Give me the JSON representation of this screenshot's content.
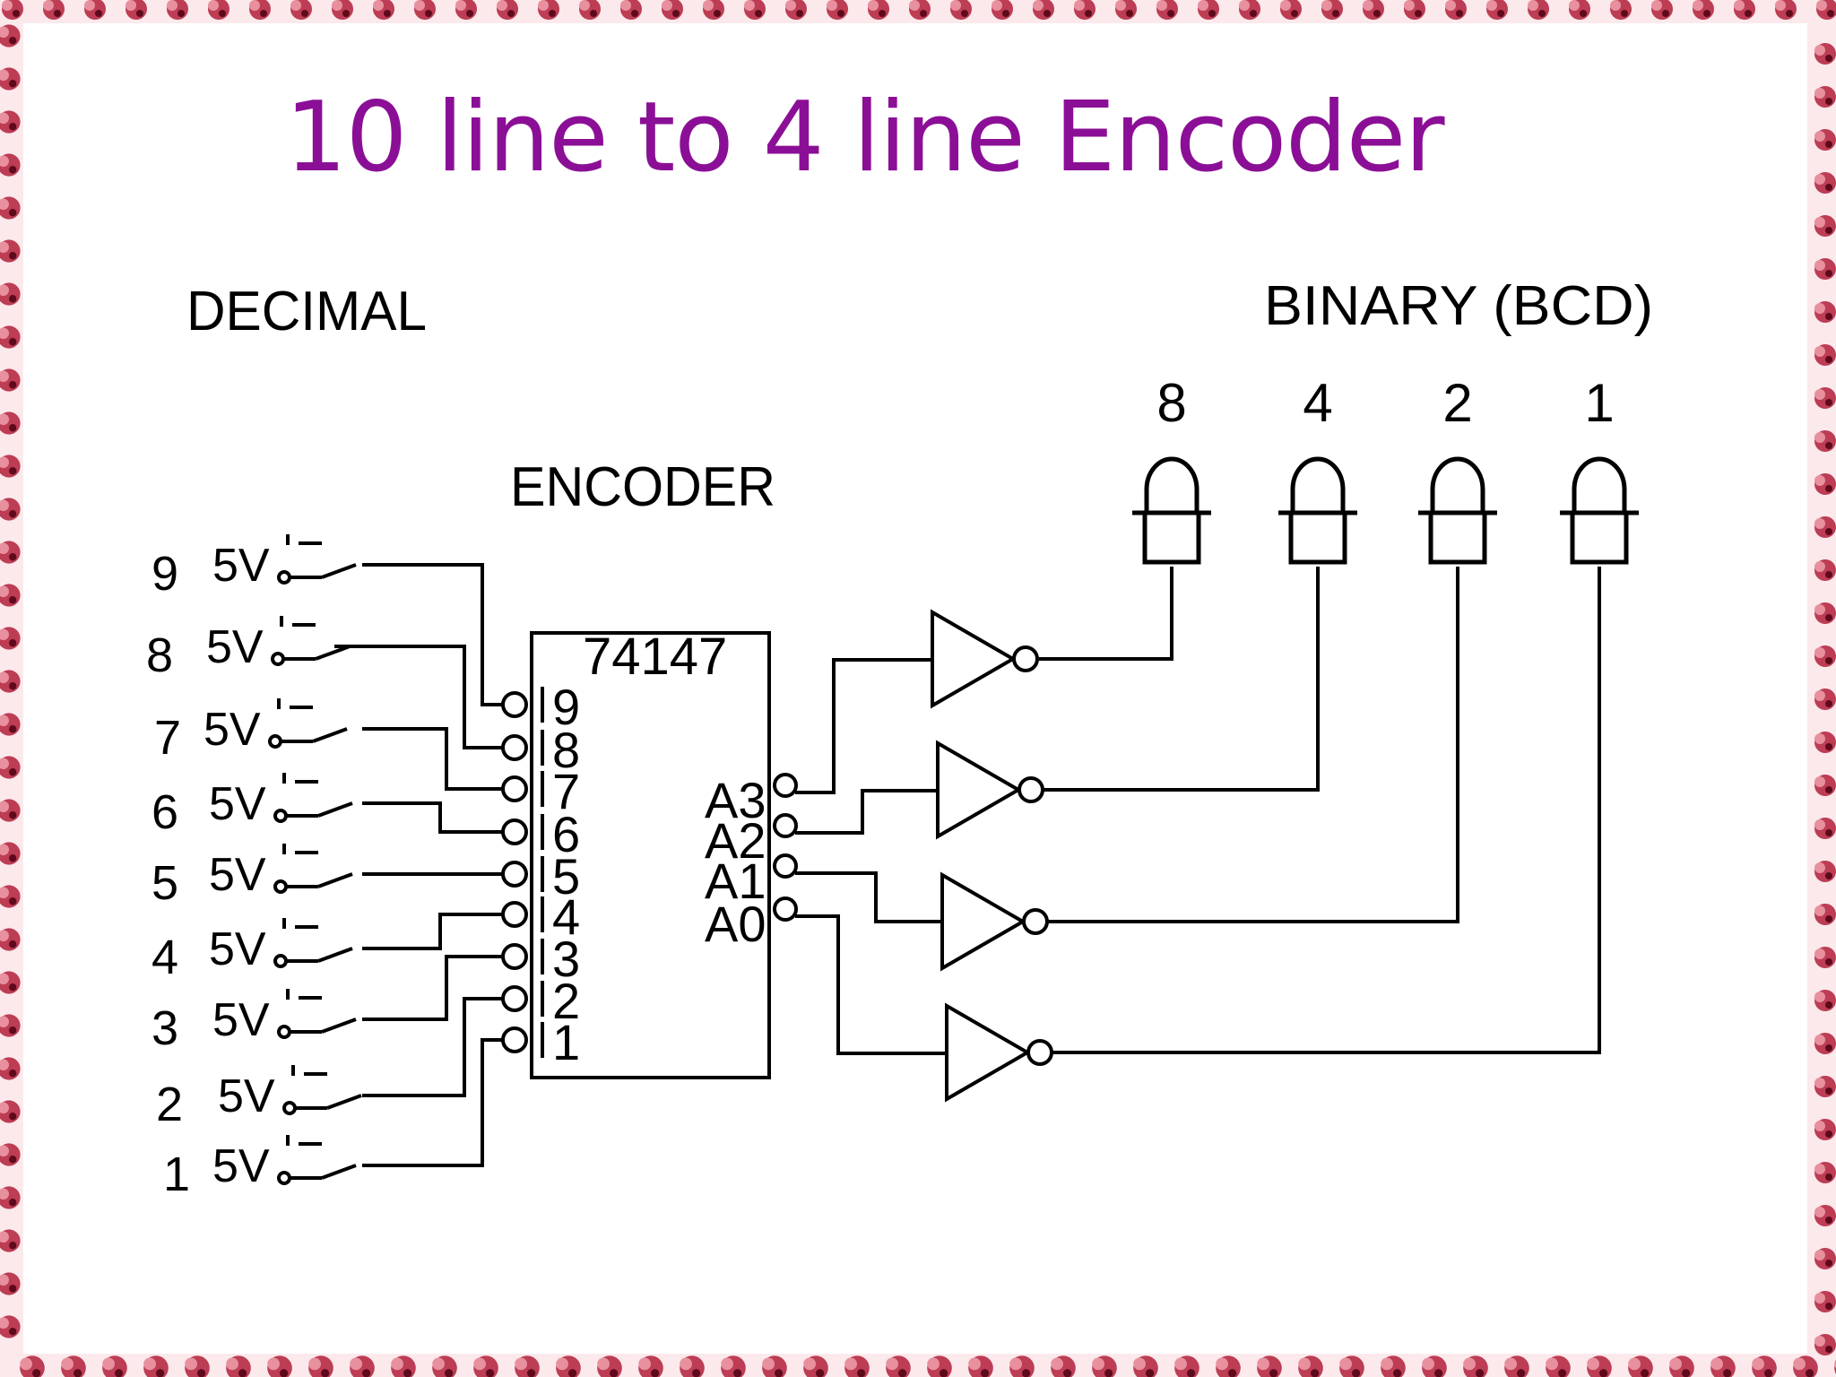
{
  "slide": {
    "title": "10 line to 4 line Encoder",
    "title_color": "#8b0f96",
    "border_color": "#b01f3a"
  },
  "diagram": {
    "decimal_label": "DECIMAL",
    "encoder_label": "ENCODER",
    "binary_label": "BINARY (BCD)",
    "chip_label": "74147",
    "supply_label": "5V",
    "switches": [
      {
        "digit": "9"
      },
      {
        "digit": "8"
      },
      {
        "digit": "7"
      },
      {
        "digit": "6"
      },
      {
        "digit": "5"
      },
      {
        "digit": "4"
      },
      {
        "digit": "3"
      },
      {
        "digit": "2"
      },
      {
        "digit": "1"
      }
    ],
    "chip_inputs": [
      "9",
      "8",
      "7",
      "6",
      "5",
      "4",
      "3",
      "2",
      "1"
    ],
    "chip_outputs": [
      "A3",
      "A2",
      "A1",
      "A0"
    ],
    "leds": [
      {
        "weight": "8"
      },
      {
        "weight": "4"
      },
      {
        "weight": "2"
      },
      {
        "weight": "1"
      }
    ]
  }
}
